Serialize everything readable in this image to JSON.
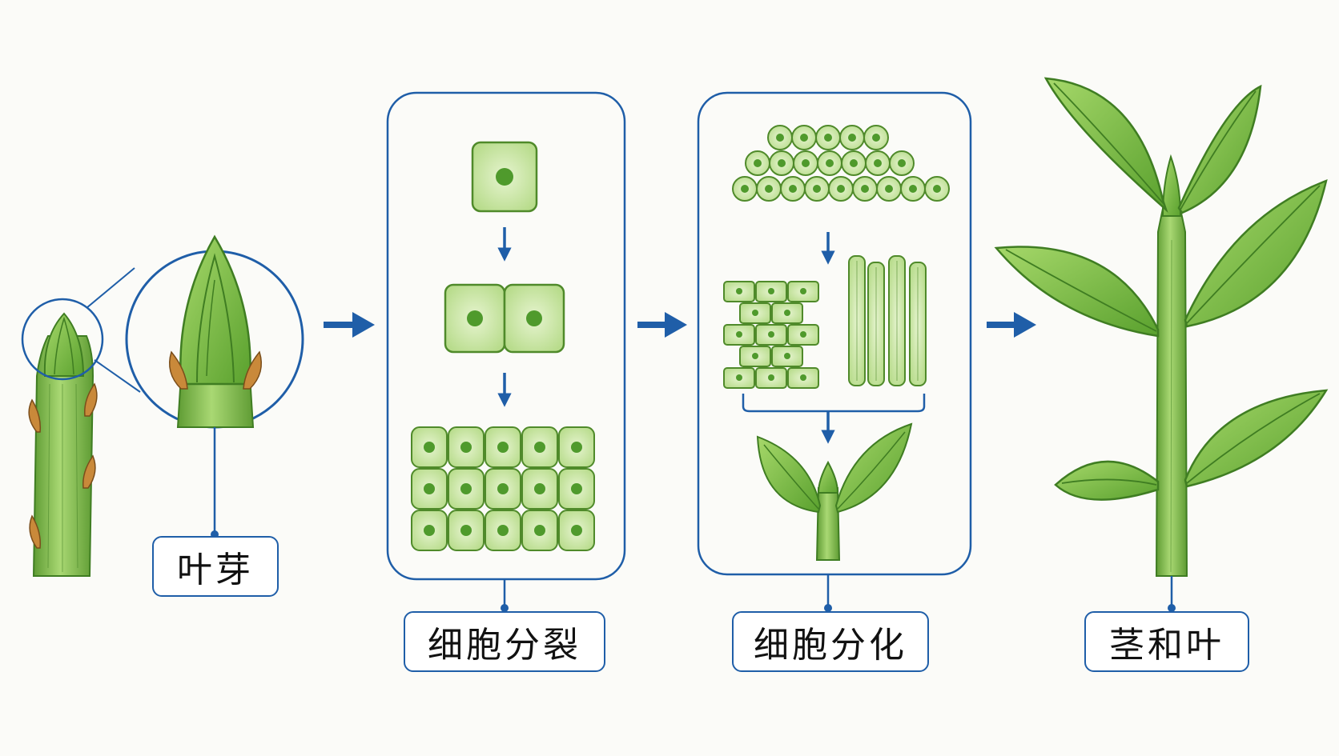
{
  "colors": {
    "accent": "#1f5ea8",
    "leaf_green": "#7cc04a",
    "leaf_dark": "#3f7d22",
    "cell_fill": "#cfe8a8",
    "nucleus": "#4f9a2c",
    "bud_tip": "#c9893a"
  },
  "stages": [
    {
      "label": "叶芽"
    },
    {
      "label": "细胞分裂"
    },
    {
      "label": "细胞分化"
    },
    {
      "label": "茎和叶"
    }
  ]
}
